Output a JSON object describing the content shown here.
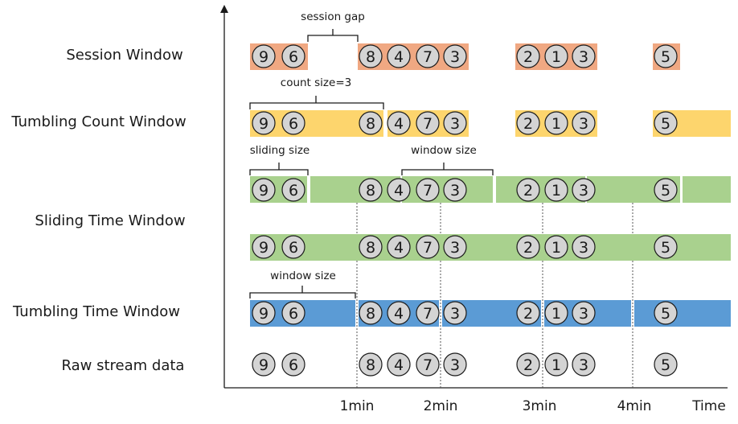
{
  "labels": {
    "session": "Session Window",
    "count": "Tumbling Count Window",
    "sliding": "Sliding Time Window",
    "tumbling_time": "Tumbling Time Window",
    "raw": "Raw stream data"
  },
  "annotations": {
    "session_gap": "session gap",
    "count_size": "count size=3",
    "sliding_size": "sliding size",
    "window_size_sliding": "window size",
    "window_size_tumbling": "window size"
  },
  "axis": {
    "ticks": [
      "1min",
      "2min",
      "3min",
      "4min"
    ],
    "time_label": "Time"
  },
  "colors": {
    "session": "#f0a882",
    "count": "#fdd56d",
    "sliding": "#a9d18e",
    "tumbling_time": "#5b9bd5",
    "event_fill": "#d4d4d4"
  },
  "events": [
    "9",
    "6",
    "8",
    "4",
    "7",
    "3",
    "2",
    "1",
    "3",
    "5"
  ]
}
